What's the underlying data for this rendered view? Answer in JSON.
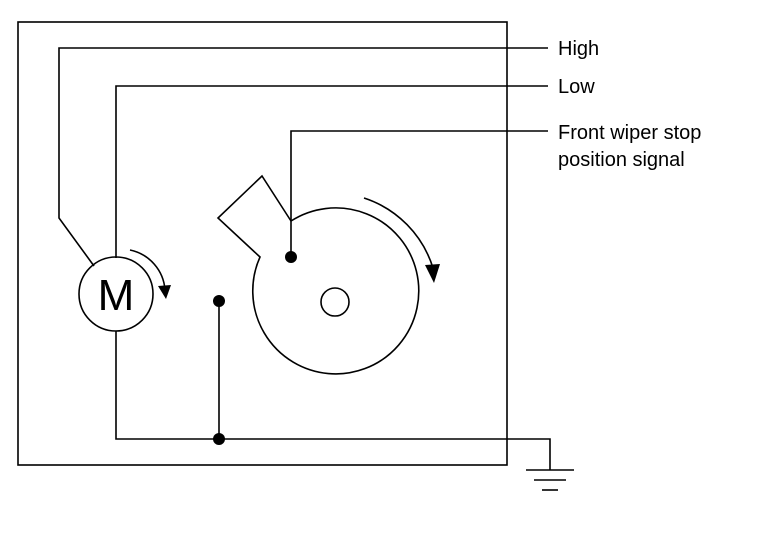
{
  "motor": {
    "letter": "M"
  },
  "labels": {
    "high": "High",
    "low": "Low",
    "stop_signal_line1": "Front wiper stop",
    "stop_signal_line2": "position signal"
  },
  "icons": [
    "motor-symbol",
    "rotation-arrow-icon",
    "ground-icon",
    "cam-switch"
  ]
}
